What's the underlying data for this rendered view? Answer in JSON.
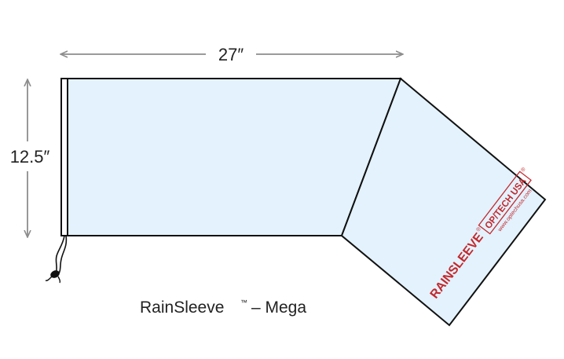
{
  "dimensions": {
    "width_label": "27″",
    "height_label": "12.5″"
  },
  "caption": {
    "name": "RainSleeve",
    "trademark": "™",
    "suffix": "– Mega"
  },
  "branding": {
    "product": "RAINSLEEVE",
    "product_mark": "®",
    "company": "OP/TECH USA",
    "company_mark": "®",
    "url": "www.optechusa.com"
  },
  "colors": {
    "sleeve_fill": "#e3f2fc",
    "outline": "#111111",
    "dimension_arrow": "#8c8c8c",
    "brand_red": "#c4282d"
  },
  "icons": [
    "drawstring-cord-icon"
  ]
}
